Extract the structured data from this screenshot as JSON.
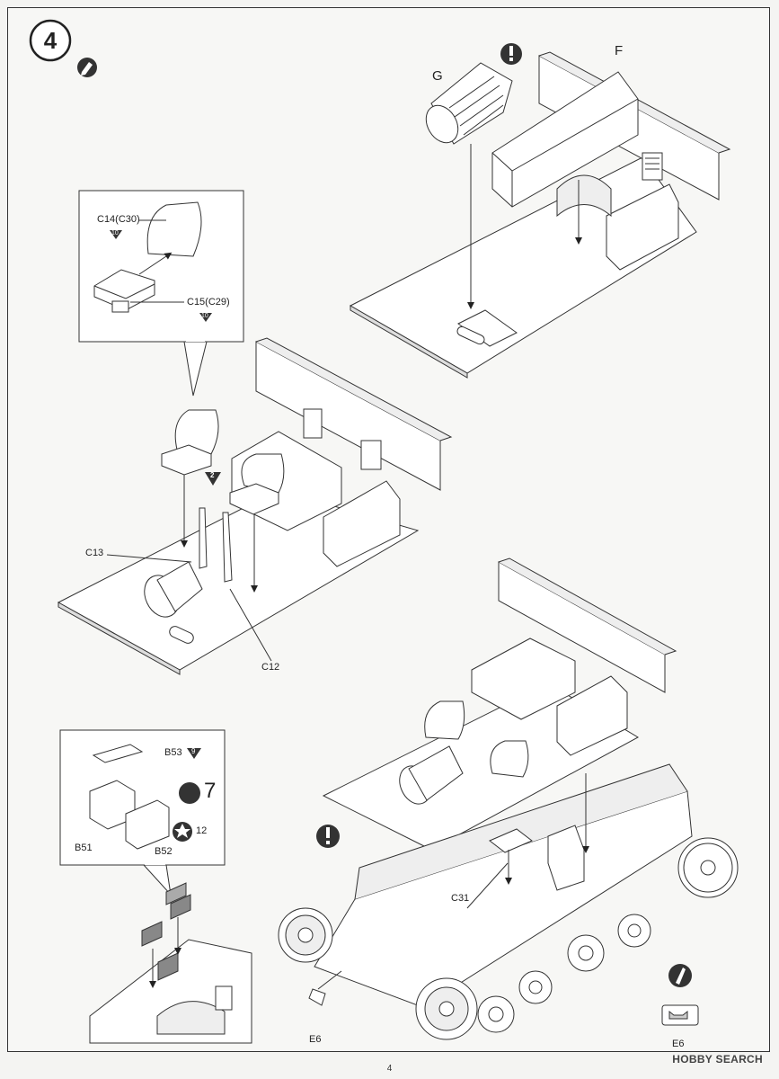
{
  "step": {
    "number": "4"
  },
  "parts": {
    "g": "G",
    "f": "F",
    "c14": "C14(C30)",
    "c14_ref": "10",
    "c15": "C15(C29)",
    "c15_ref": "10",
    "c13": "C13",
    "c12": "C12",
    "marker2": "2",
    "b53": "B53",
    "b53_ref": "9",
    "b51": "B51",
    "b52": "B52",
    "sub_step": "7",
    "star_ref": "12",
    "c31": "C31",
    "e6_left": "E6",
    "e6_right": "E6"
  },
  "footer": {
    "page_number": "4",
    "watermark": "HOBBY SEARCH"
  },
  "icons": {
    "step_marker": "circle-number",
    "note": "pencil-icon",
    "caution": "exclamation-icon",
    "cement": "glue-bottle-icon",
    "paint": "paint-icon",
    "star": "star-icon"
  }
}
